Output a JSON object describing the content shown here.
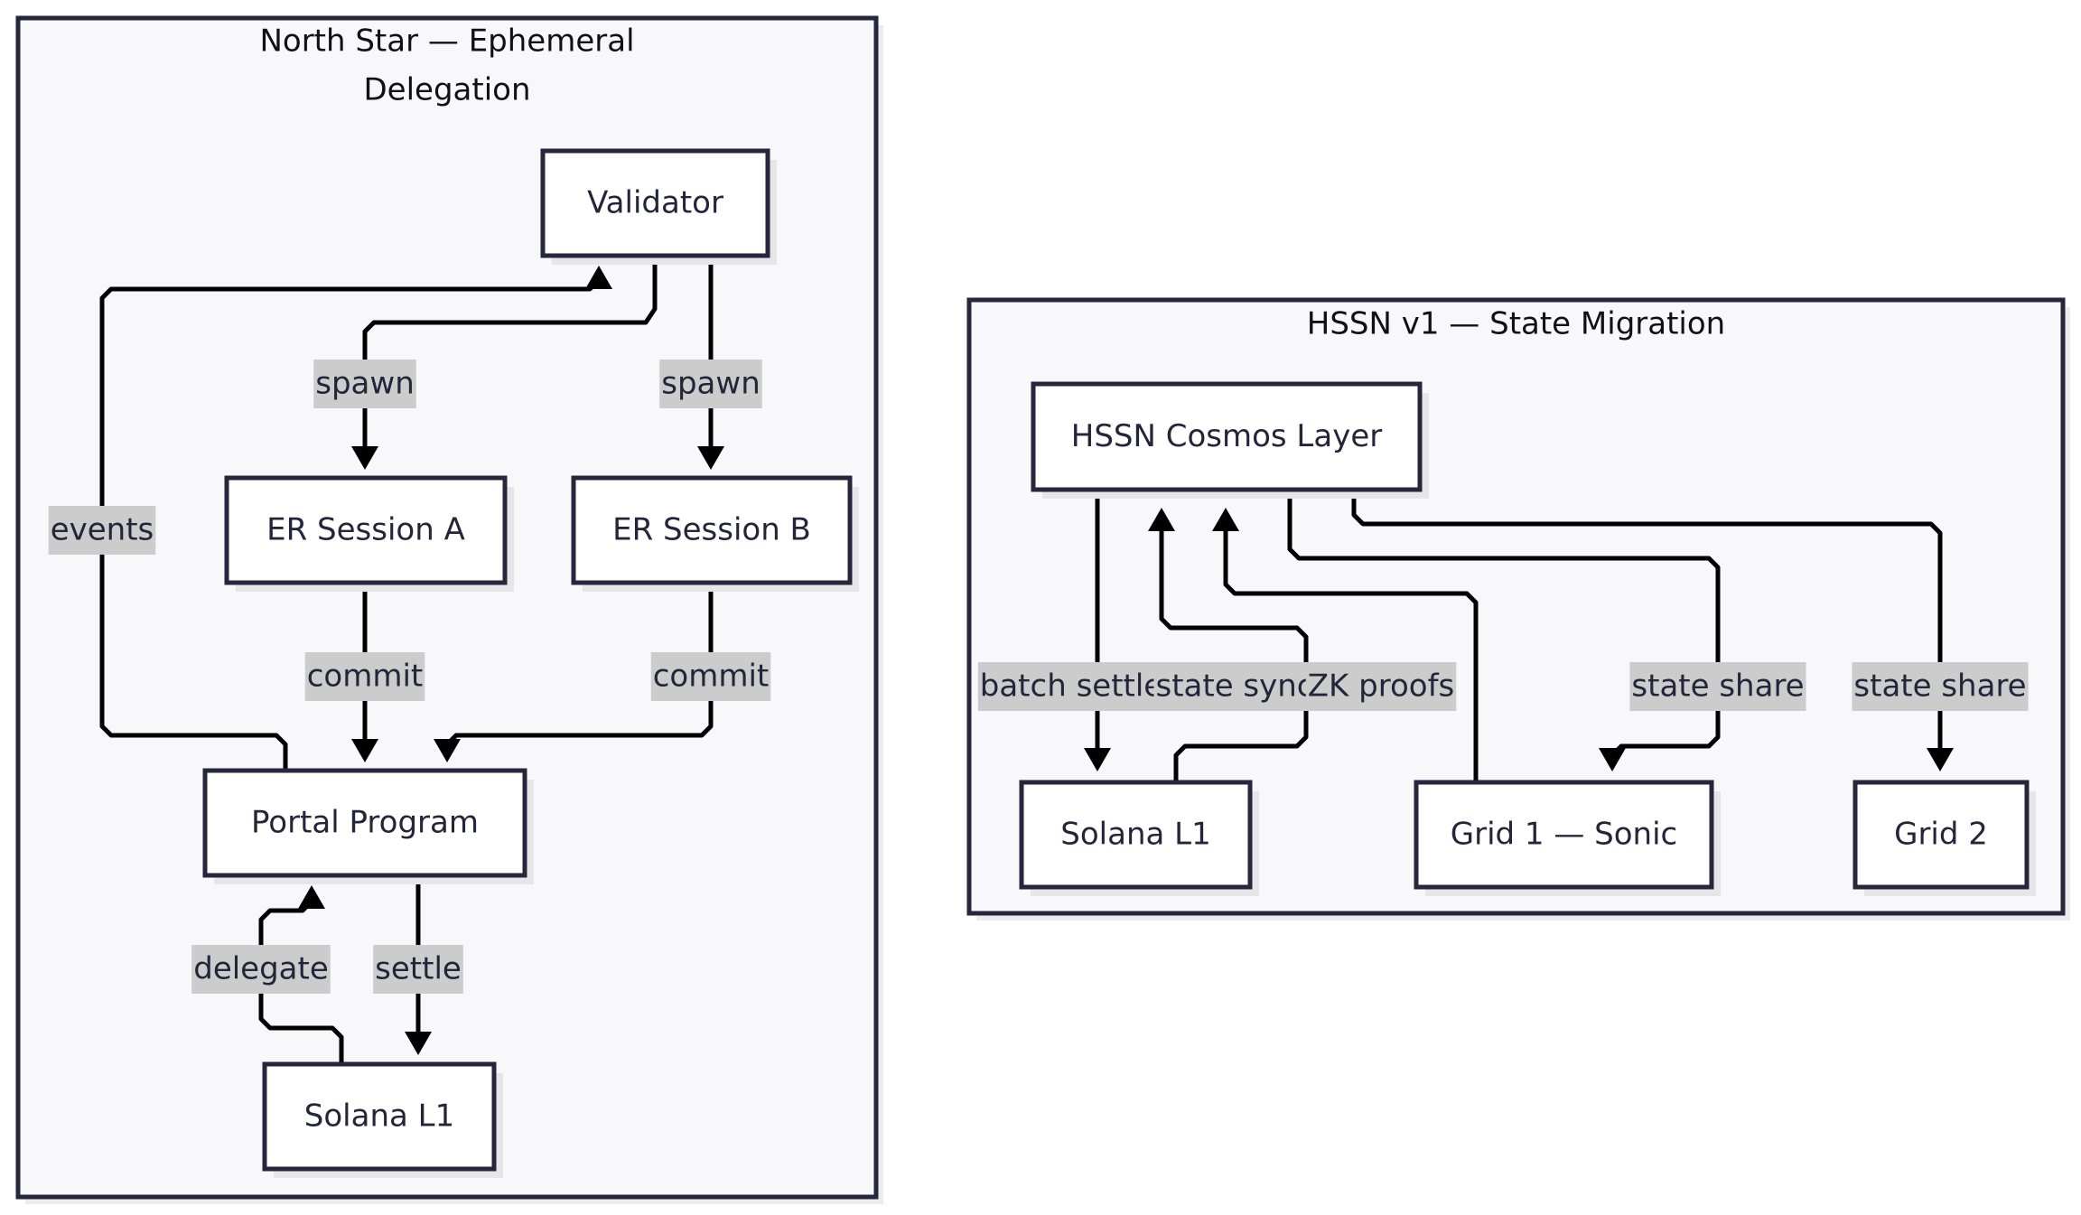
{
  "diagram": {
    "type": "flowchart",
    "clusters": [
      {
        "id": "north_star",
        "title_lines": [
          "North Star — Ephemeral",
          "Delegation"
        ],
        "nodes": [
          {
            "id": "validator",
            "label": "Validator"
          },
          {
            "id": "er_a",
            "label": "ER Session A"
          },
          {
            "id": "er_b",
            "label": "ER Session B"
          },
          {
            "id": "portal",
            "label": "Portal Program"
          },
          {
            "id": "solana_ns",
            "label": "Solana L1"
          }
        ],
        "edges": [
          {
            "from": "validator",
            "to": "er_a",
            "label": "spawn"
          },
          {
            "from": "validator",
            "to": "er_b",
            "label": "spawn"
          },
          {
            "from": "er_a",
            "to": "portal",
            "label": "commit"
          },
          {
            "from": "er_b",
            "to": "portal",
            "label": "commit"
          },
          {
            "from": "portal",
            "to": "validator",
            "label": "events"
          },
          {
            "from": "solana_ns",
            "to": "portal",
            "label": "delegate"
          },
          {
            "from": "portal",
            "to": "solana_ns",
            "label": "settle"
          }
        ]
      },
      {
        "id": "hssn",
        "title_lines": [
          "HSSN v1 — State Migration"
        ],
        "nodes": [
          {
            "id": "cosmos",
            "label": "HSSN Cosmos Layer"
          },
          {
            "id": "solana_h",
            "label": "Solana L1"
          },
          {
            "id": "grid1",
            "label": "Grid 1 — Sonic"
          },
          {
            "id": "grid2",
            "label": "Grid 2"
          }
        ],
        "edges": [
          {
            "from": "cosmos",
            "to": "solana_h",
            "label": "batch settle"
          },
          {
            "from": "solana_h",
            "to": "cosmos",
            "label": "state sync"
          },
          {
            "from": "grid1",
            "to": "cosmos",
            "label": "ZK proofs"
          },
          {
            "from": "cosmos",
            "to": "grid1",
            "label": "state share"
          },
          {
            "from": "cosmos",
            "to": "grid2",
            "label": "state share"
          }
        ]
      }
    ],
    "colors": {
      "cluster_fill": "#f8f8fa",
      "border": "#26263d",
      "node_fill": "#ffffff",
      "edge": "#000000",
      "edge_label_bg": "#cccccc",
      "text": "#24243a"
    }
  }
}
